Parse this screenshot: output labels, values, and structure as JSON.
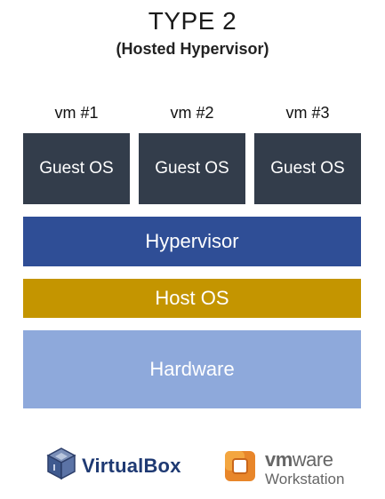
{
  "title": "TYPE 2",
  "subtitle": "(Hosted Hypervisor)",
  "vms": [
    {
      "label": "vm #1",
      "os": "Guest OS"
    },
    {
      "label": "vm #2",
      "os": "Guest OS"
    },
    {
      "label": "vm #3",
      "os": "Guest OS"
    }
  ],
  "layers": {
    "hypervisor": "Hypervisor",
    "host_os": "Host OS",
    "hardware": "Hardware"
  },
  "logos": {
    "virtualbox": "VirtualBox",
    "vmware_brand_vm": "vm",
    "vmware_brand_ware": "ware",
    "vmware_product": "Workstation"
  },
  "colors": {
    "guest_os": "#333d4b",
    "hypervisor": "#2f4e96",
    "host_os": "#c49500",
    "hardware": "#8ea9db"
  }
}
